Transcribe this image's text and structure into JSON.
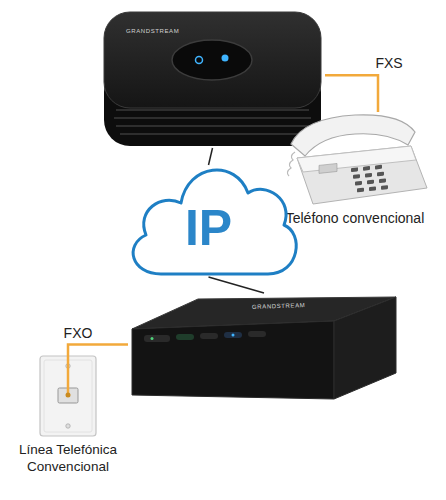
{
  "diagram": {
    "nodes": [
      {
        "text": [
          "GRANDSTREAM"
        ]
      },
      {
        "text": [
          "Teléfono convencional"
        ]
      },
      {
        "text": [
          "IP"
        ]
      },
      {
        "text": [
          "GRANDSTREAM"
        ]
      },
      {
        "text": [
          "Línea Telefónica Convencional"
        ]
      }
    ],
    "edges": [
      {
        "from": 0,
        "to": 1,
        "arrow": "none",
        "label": "FXS"
      },
      {
        "from": 0,
        "to": 2,
        "arrow": "none"
      },
      {
        "from": 2,
        "to": 3,
        "arrow": "none"
      },
      {
        "from": 3,
        "to": 4,
        "arrow": "none",
        "label": "FXO"
      }
    ]
  }
}
